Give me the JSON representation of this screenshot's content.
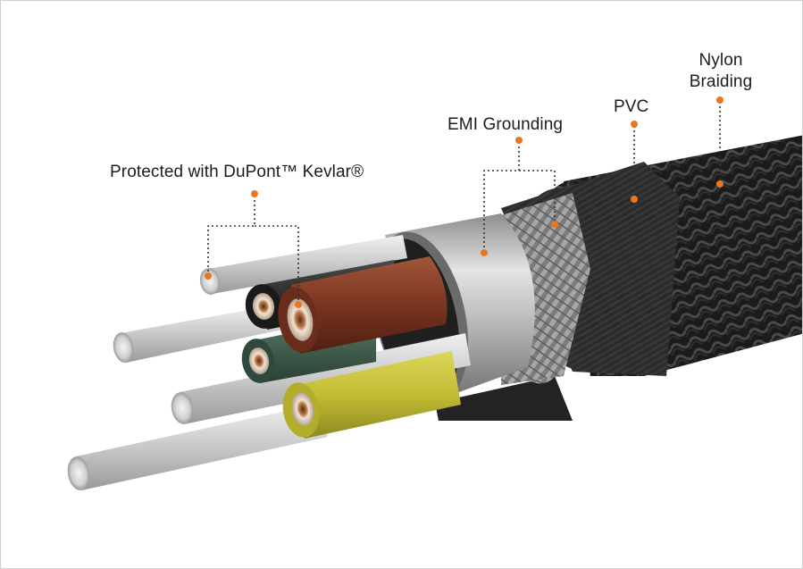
{
  "diagram": {
    "labels": {
      "kevlar": "Protected with DuPont™ Kevlar®",
      "emi": "EMI Grounding",
      "pvc": "PVC",
      "nylon_line1": "Nylon",
      "nylon_line2": "Braiding"
    },
    "colors": {
      "marker": "#e87722",
      "leader": "#333333",
      "braid": "#1e1e1e",
      "pvc": "#2b2b2b",
      "shield": "#9a9a9a",
      "foil": "#b8b8b8",
      "kevlar": "#d8d8d8",
      "wire_brown": "#7a3520",
      "wire_yellow": "#c9c43a",
      "wire_green": "#3d5a4a",
      "wire_black": "#2a2a2a",
      "copper": "#c98a5a"
    }
  }
}
